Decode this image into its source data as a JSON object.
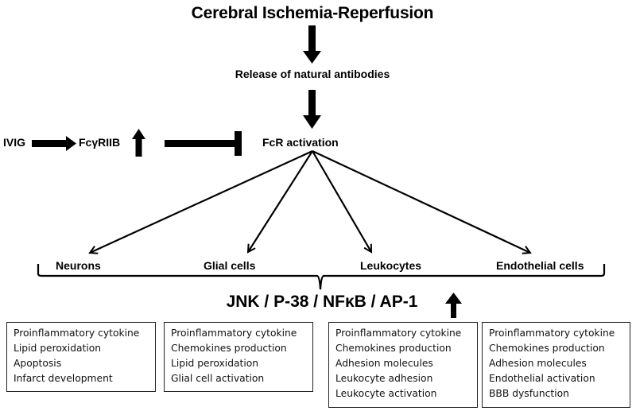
{
  "title": "Cerebral Ischemia-Reperfusion",
  "step2": "Release of natural antibodies",
  "step3": "FcR activation",
  "intervention": {
    "source": "IVIG",
    "target": "FcγRIIB",
    "target_change": "up",
    "effect_on_fcr": "inhibits"
  },
  "cell_types": [
    {
      "name": "Neurons",
      "effects": [
        "Proinflammatory cytokine",
        "Lipid peroxidation",
        "Apoptosis",
        "Infarct development"
      ]
    },
    {
      "name": "Glial cells",
      "effects": [
        "Proinflammatory cytokine",
        "Chemokines production",
        "Lipid peroxidation",
        "Glial cell activation"
      ]
    },
    {
      "name": "Leukocytes",
      "effects": [
        "Proinflammatory cytokine",
        "Chemokines production",
        "Adhesion molecules",
        "Leukocyte adhesion",
        "Leukocyte activation"
      ]
    },
    {
      "name": "Endothelial cells",
      "effects": [
        "Proinflammatory cytokine",
        "Chemokines production",
        "Adhesion molecules",
        "Endothelial activation",
        "BBB dysfunction"
      ]
    }
  ],
  "pathways": "JNK / P-38 / NFκB / AP-1",
  "pathways_change": "up"
}
